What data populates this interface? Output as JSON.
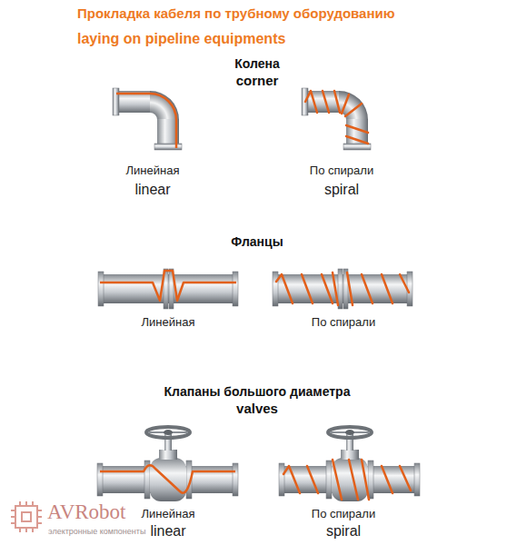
{
  "diagram": {
    "title": "Прокладка кабеля по трубному оборудованию",
    "labels": [
      "laying on pipeline equipments",
      "Колена",
      "corner",
      "Линейная",
      "linear",
      "По спирали",
      "spiral",
      "Фланцы",
      "Линейная",
      "По спирали",
      "Клапаны большого диаметра",
      "valves",
      "Линейная",
      "linear",
      "По спирали",
      "spiral",
      "AVRobot",
      "электронные компоненты"
    ]
  }
}
